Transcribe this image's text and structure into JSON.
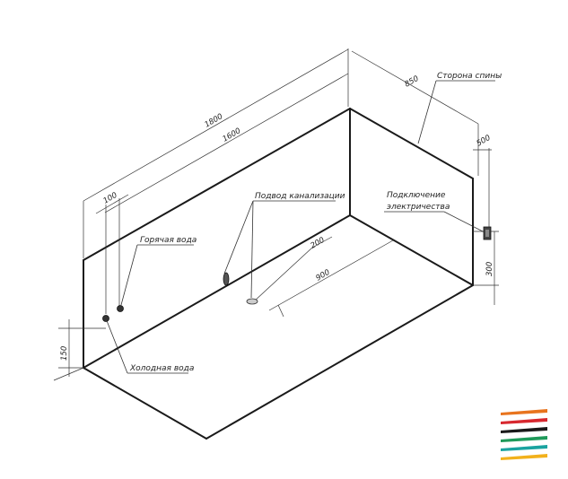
{
  "labels": {
    "back_side": "Сторона спины",
    "hot_water": "Горячая вода",
    "drain": "Подвод канализации",
    "electric_line1": "Подключение",
    "electric_line2": "электричества",
    "cold_water": "Холодная вода"
  },
  "dimensions": {
    "outer_length": "1800",
    "inner_length": "1600",
    "width": "850",
    "inner_width": "500",
    "pipe_offset": "100",
    "drain_offset": "200",
    "drain_distance": "900",
    "electric_height": "300",
    "cold_water_height": "150"
  },
  "logo_stripe_colors": [
    "#e8741e",
    "#d7282f",
    "#1a1a1a",
    "#1f9a5a",
    "#1aa3a0",
    "#f2b11c"
  ]
}
